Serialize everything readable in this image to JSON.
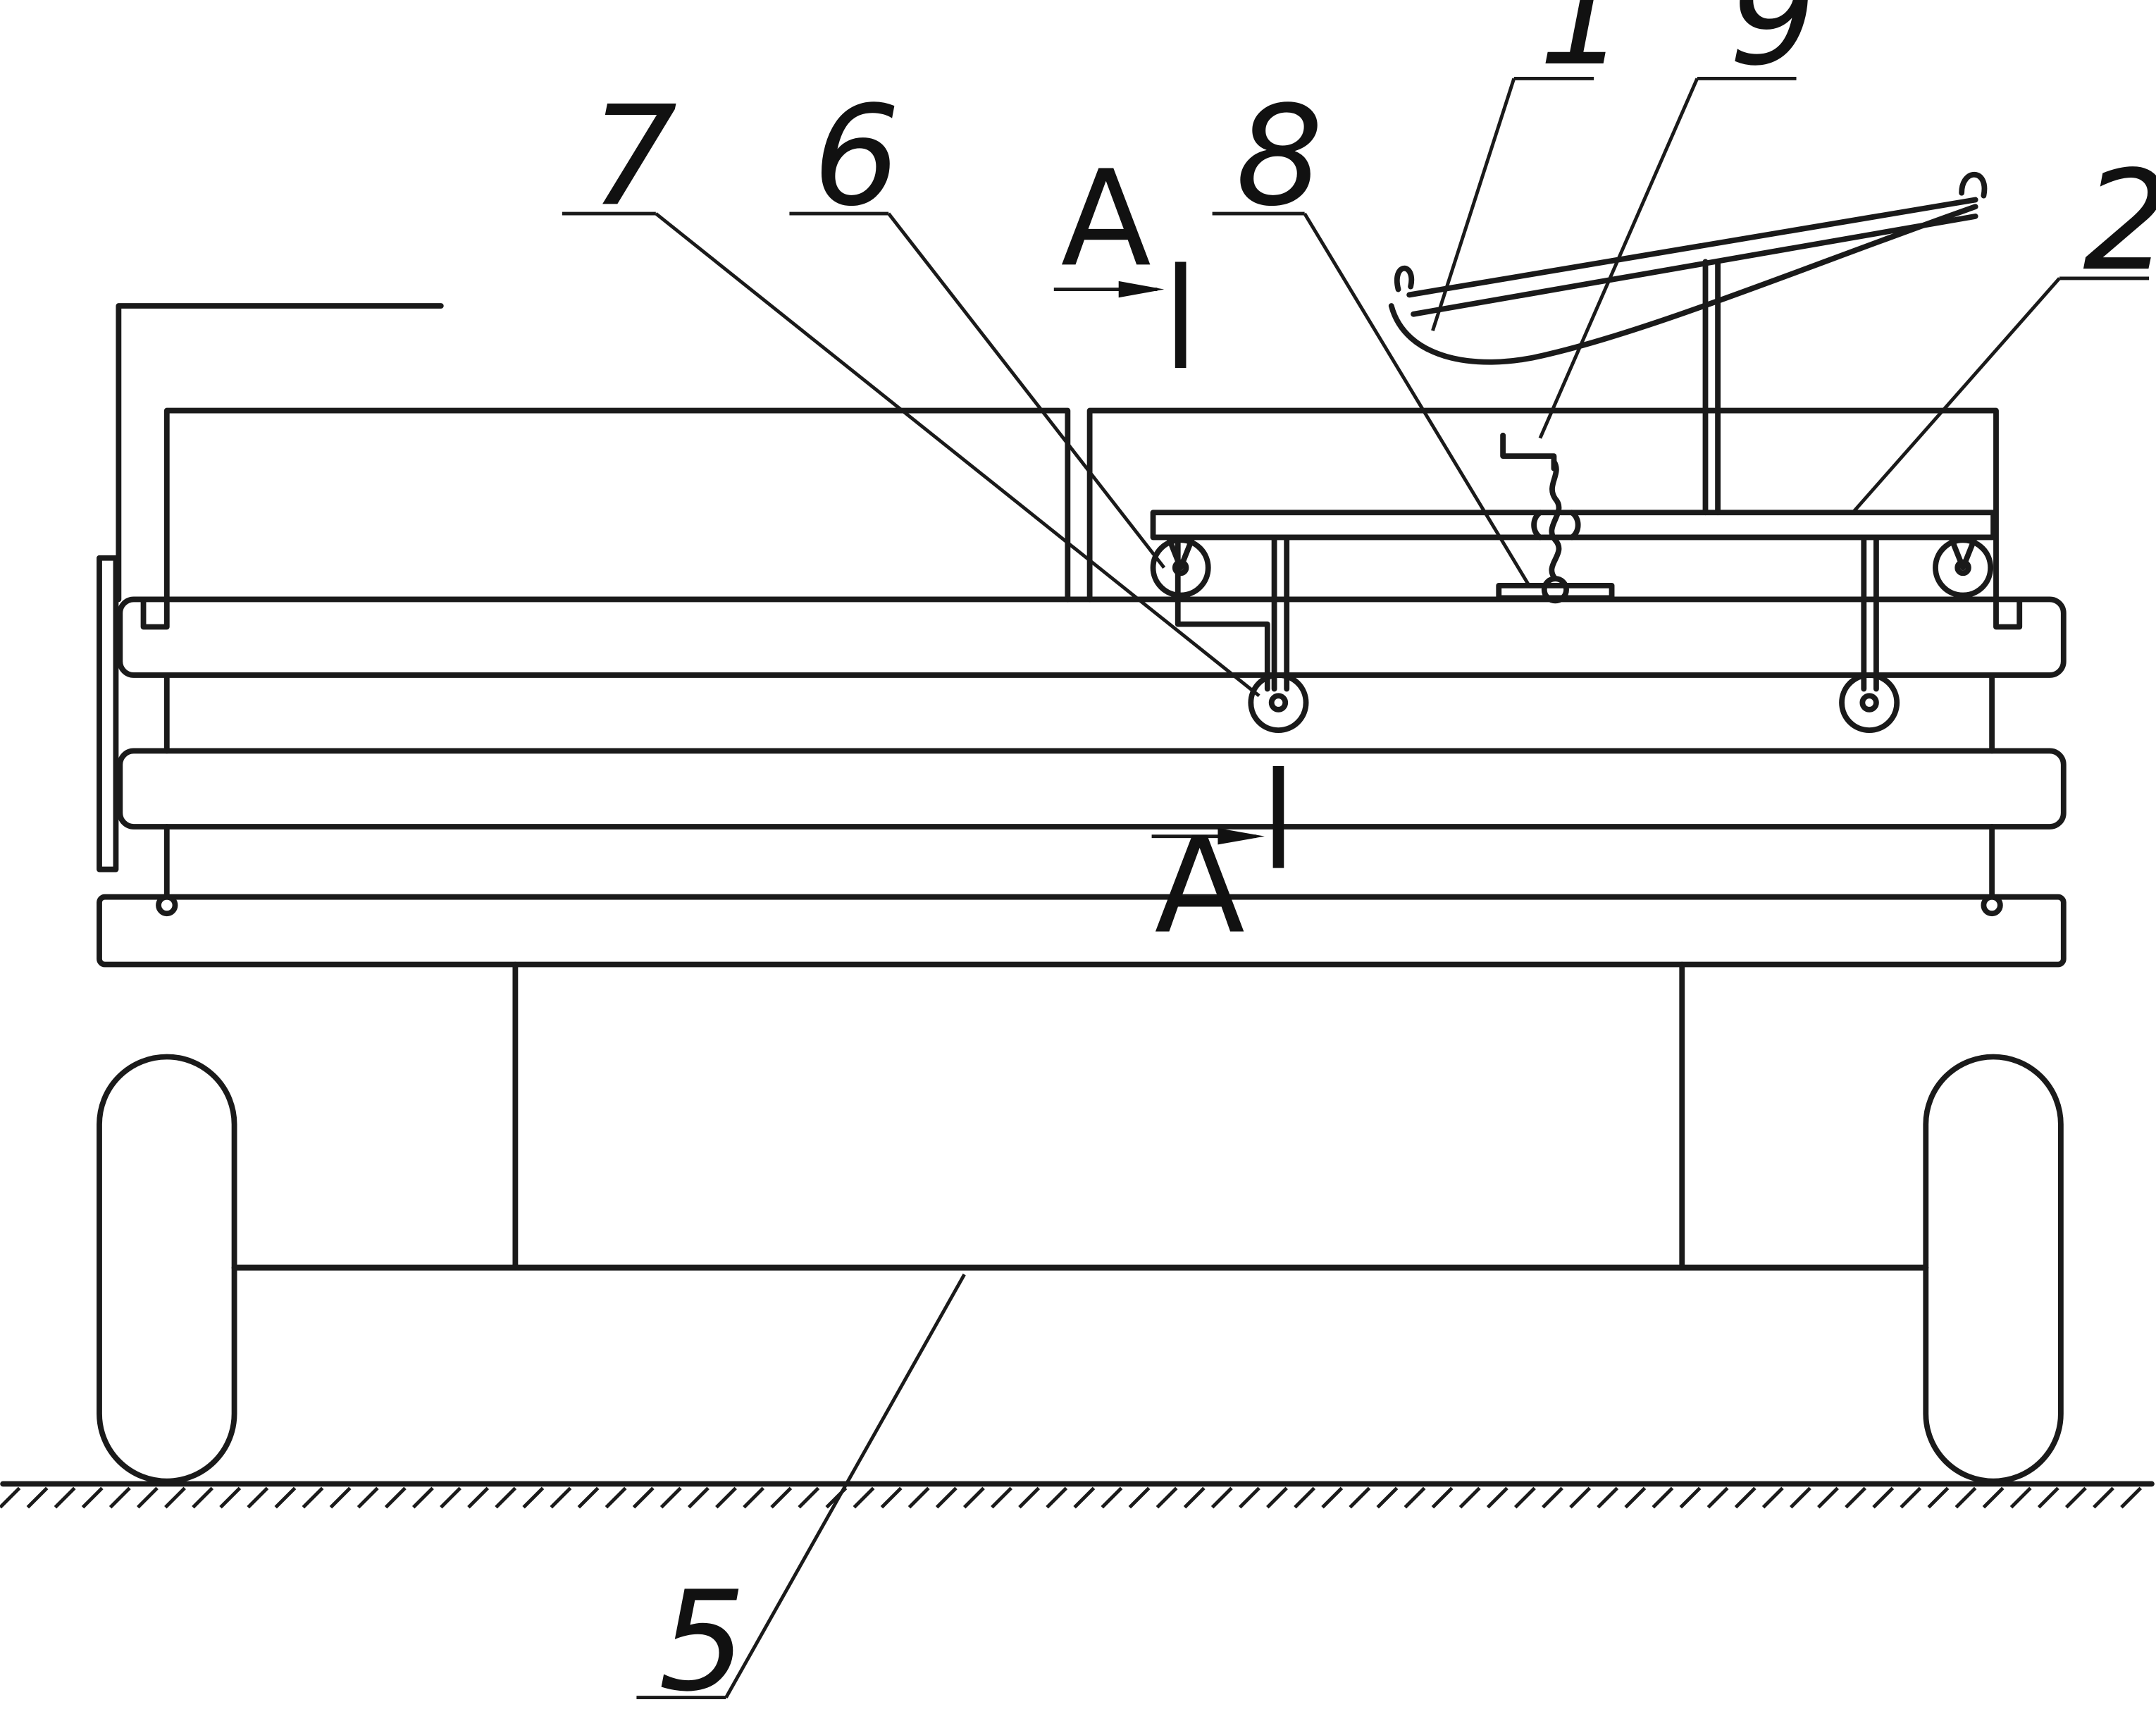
{
  "section_label": "A",
  "part_numbers": [
    "1",
    "9",
    "7",
    "6",
    "8",
    "2",
    "5"
  ],
  "colors": {
    "line": "#1a1a1a",
    "background": "#ffffff"
  }
}
